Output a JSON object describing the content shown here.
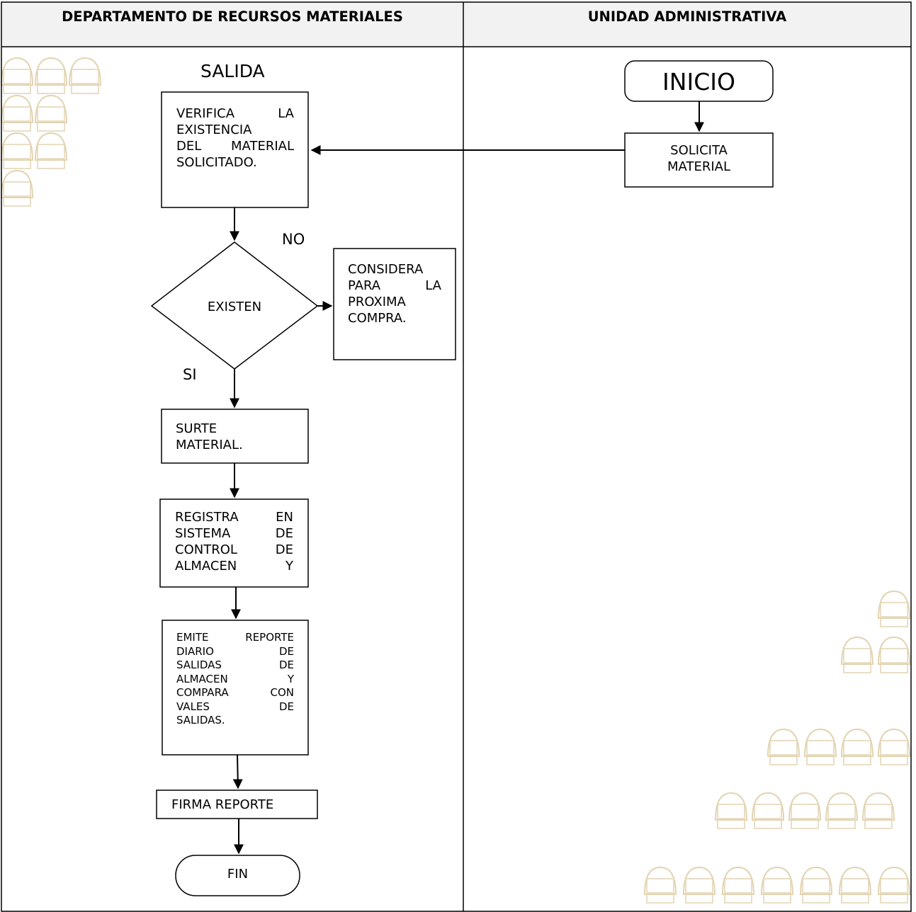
{
  "headers": {
    "left": "DEPARTAMENTO DE RECURSOS MATERIALES",
    "right": "UNIDAD ADMINISTRATIVA"
  },
  "flow": {
    "salida_label": "SALIDA",
    "inicio": "INICIO",
    "solicita": [
      "SOLICITA",
      "MATERIAL"
    ],
    "verifica": [
      "VERIFICA LA",
      "EXISTENCIA",
      "DEL MATERIAL",
      "SOLICITADO."
    ],
    "no_label": "NO",
    "decision": "EXISTEN",
    "considera": [
      "CONSIDERA",
      "PARA LA",
      "PROXIMA",
      "COMPRA."
    ],
    "si_label": "SI",
    "surte": [
      "SURTE",
      "MATERIAL."
    ],
    "registra": [
      "REGISTRA EN",
      "SISTEMA DE",
      "CONTROL DE",
      "ALMACEN Y"
    ],
    "emite": [
      "EMITE REPORTE",
      "DIARIO DE",
      "SALIDAS DE",
      "ALMACEN Y",
      "COMPARA CON",
      "VALES DE",
      "SALIDAS."
    ],
    "firma": "FIRMA REPORTE",
    "fin": "FIN"
  },
  "colors": {
    "line": "#000000",
    "header_bg": "#f2f2f2",
    "watermark": "#e8dcc0"
  }
}
